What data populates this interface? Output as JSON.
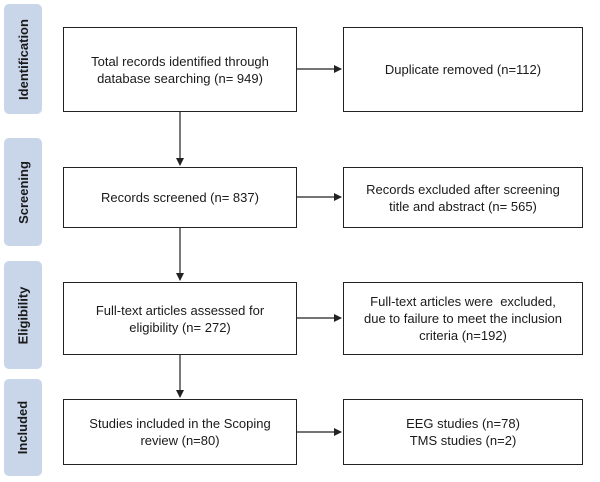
{
  "stages": [
    {
      "id": "identification",
      "label": "Identification"
    },
    {
      "id": "screening",
      "label": "Screening"
    },
    {
      "id": "eligibility",
      "label": "Eligibility"
    },
    {
      "id": "included",
      "label": "Included"
    }
  ],
  "boxes": {
    "identified": {
      "line1": "Total records identified through",
      "line2": "database searching (n= 949)"
    },
    "duplicates": {
      "line1": "Duplicate removed (n=112)"
    },
    "screened": {
      "line1": "Records screened (n= 837)"
    },
    "excluded_screening": {
      "line1": "Records excluded after screening",
      "line2": "title and abstract (n= 565)"
    },
    "fulltext": {
      "line1": "Full-text articles assessed for",
      "line2": "eligibility (n= 272)"
    },
    "fulltext_excluded": {
      "line1": "Full-text articles were  excluded,",
      "line2": "due to failure to meet the inclusion",
      "line3": "criteria (n=192)"
    },
    "included": {
      "line1": "Studies included in the Scoping",
      "line2": "review (n=80)"
    },
    "included_breakdown": {
      "line1": "EEG studies (n=78)",
      "line2": "TMS studies (n=2)"
    }
  }
}
